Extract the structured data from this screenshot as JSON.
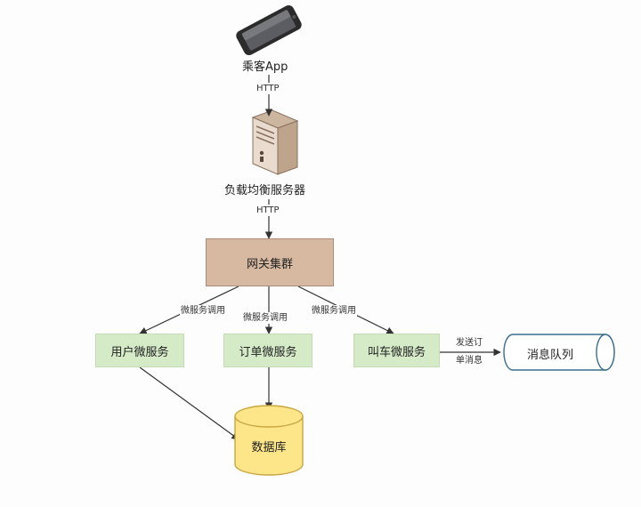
{
  "nodes": {
    "app": "乘客App",
    "lb": "负载均衡服务器",
    "gateway": "网关集群",
    "user_svc": "用户微服务",
    "order_svc": "订单微服务",
    "car_svc": "叫车微服务",
    "queue": "消息队列",
    "db": "数据库"
  },
  "edges": {
    "http_1": "HTTP",
    "http_2": "HTTP",
    "call_user": "微服务调用",
    "call_order": "微服务调用",
    "call_car": "微服务调用",
    "send_msg_line1": "发送订",
    "send_msg_line2": "单消息"
  },
  "colors": {
    "gateway_fill": "#d7b8a0",
    "service_fill": "#d5ebc8",
    "db_fill": "#fde58a",
    "queue_stroke": "#3b6e8c",
    "arrow": "#333333"
  },
  "icons": [
    "smartphone-icon",
    "server-tower-icon"
  ]
}
